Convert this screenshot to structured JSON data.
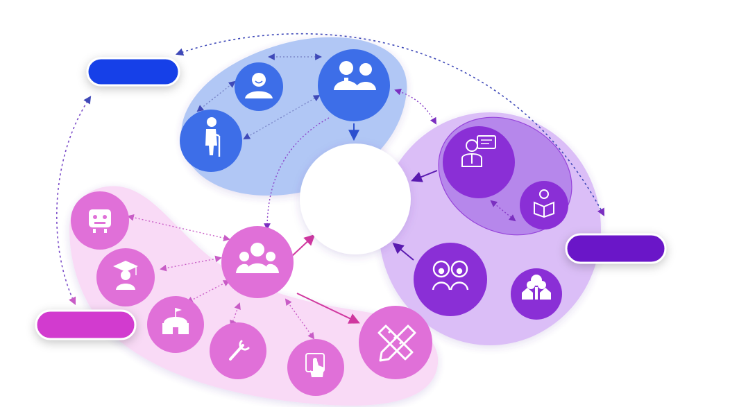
{
  "labels": {
    "top_left": "",
    "right": "",
    "bottom_left": "",
    "center": ""
  },
  "colors": {
    "blue": "#3d6ee8",
    "blue_group": "#a9c1f5",
    "blue_pill": "#1540e8",
    "purple": "#8a2fd6",
    "purple_group": "#d8b8f7",
    "purple_inner": "#b07ee9",
    "purple_pill": "#6a16c8",
    "pink": "#e070d8",
    "pink_group": "#f9d9f6",
    "pink_pill": "#d23bcf",
    "link_blue": "#3f49b8",
    "link_purple": "#7b2fc0",
    "link_pink": "#c85cc6"
  },
  "nodes": {
    "blue": [
      {
        "id": "student-avatar",
        "icon": "smiling-person-icon"
      },
      {
        "id": "parents",
        "icon": "couple-icon"
      },
      {
        "id": "grandparent",
        "icon": "elderly-person-with-cane-icon"
      }
    ],
    "purple": [
      {
        "id": "teacher",
        "icon": "teacher-presentation-icon"
      },
      {
        "id": "reader",
        "icon": "person-reading-book-icon"
      },
      {
        "id": "peers",
        "icon": "two-faces-icon"
      },
      {
        "id": "community",
        "icon": "tree-and-houses-icon"
      }
    ],
    "pink": [
      {
        "id": "robot",
        "icon": "robot-icon"
      },
      {
        "id": "graduate",
        "icon": "graduate-cap-icon"
      },
      {
        "id": "group",
        "icon": "group-of-people-icon"
      },
      {
        "id": "school",
        "icon": "school-building-icon"
      },
      {
        "id": "tools",
        "icon": "wrench-icon"
      },
      {
        "id": "touch",
        "icon": "tap-gesture-icon"
      },
      {
        "id": "supplies",
        "icon": "pencil-ruler-icon"
      }
    ]
  }
}
